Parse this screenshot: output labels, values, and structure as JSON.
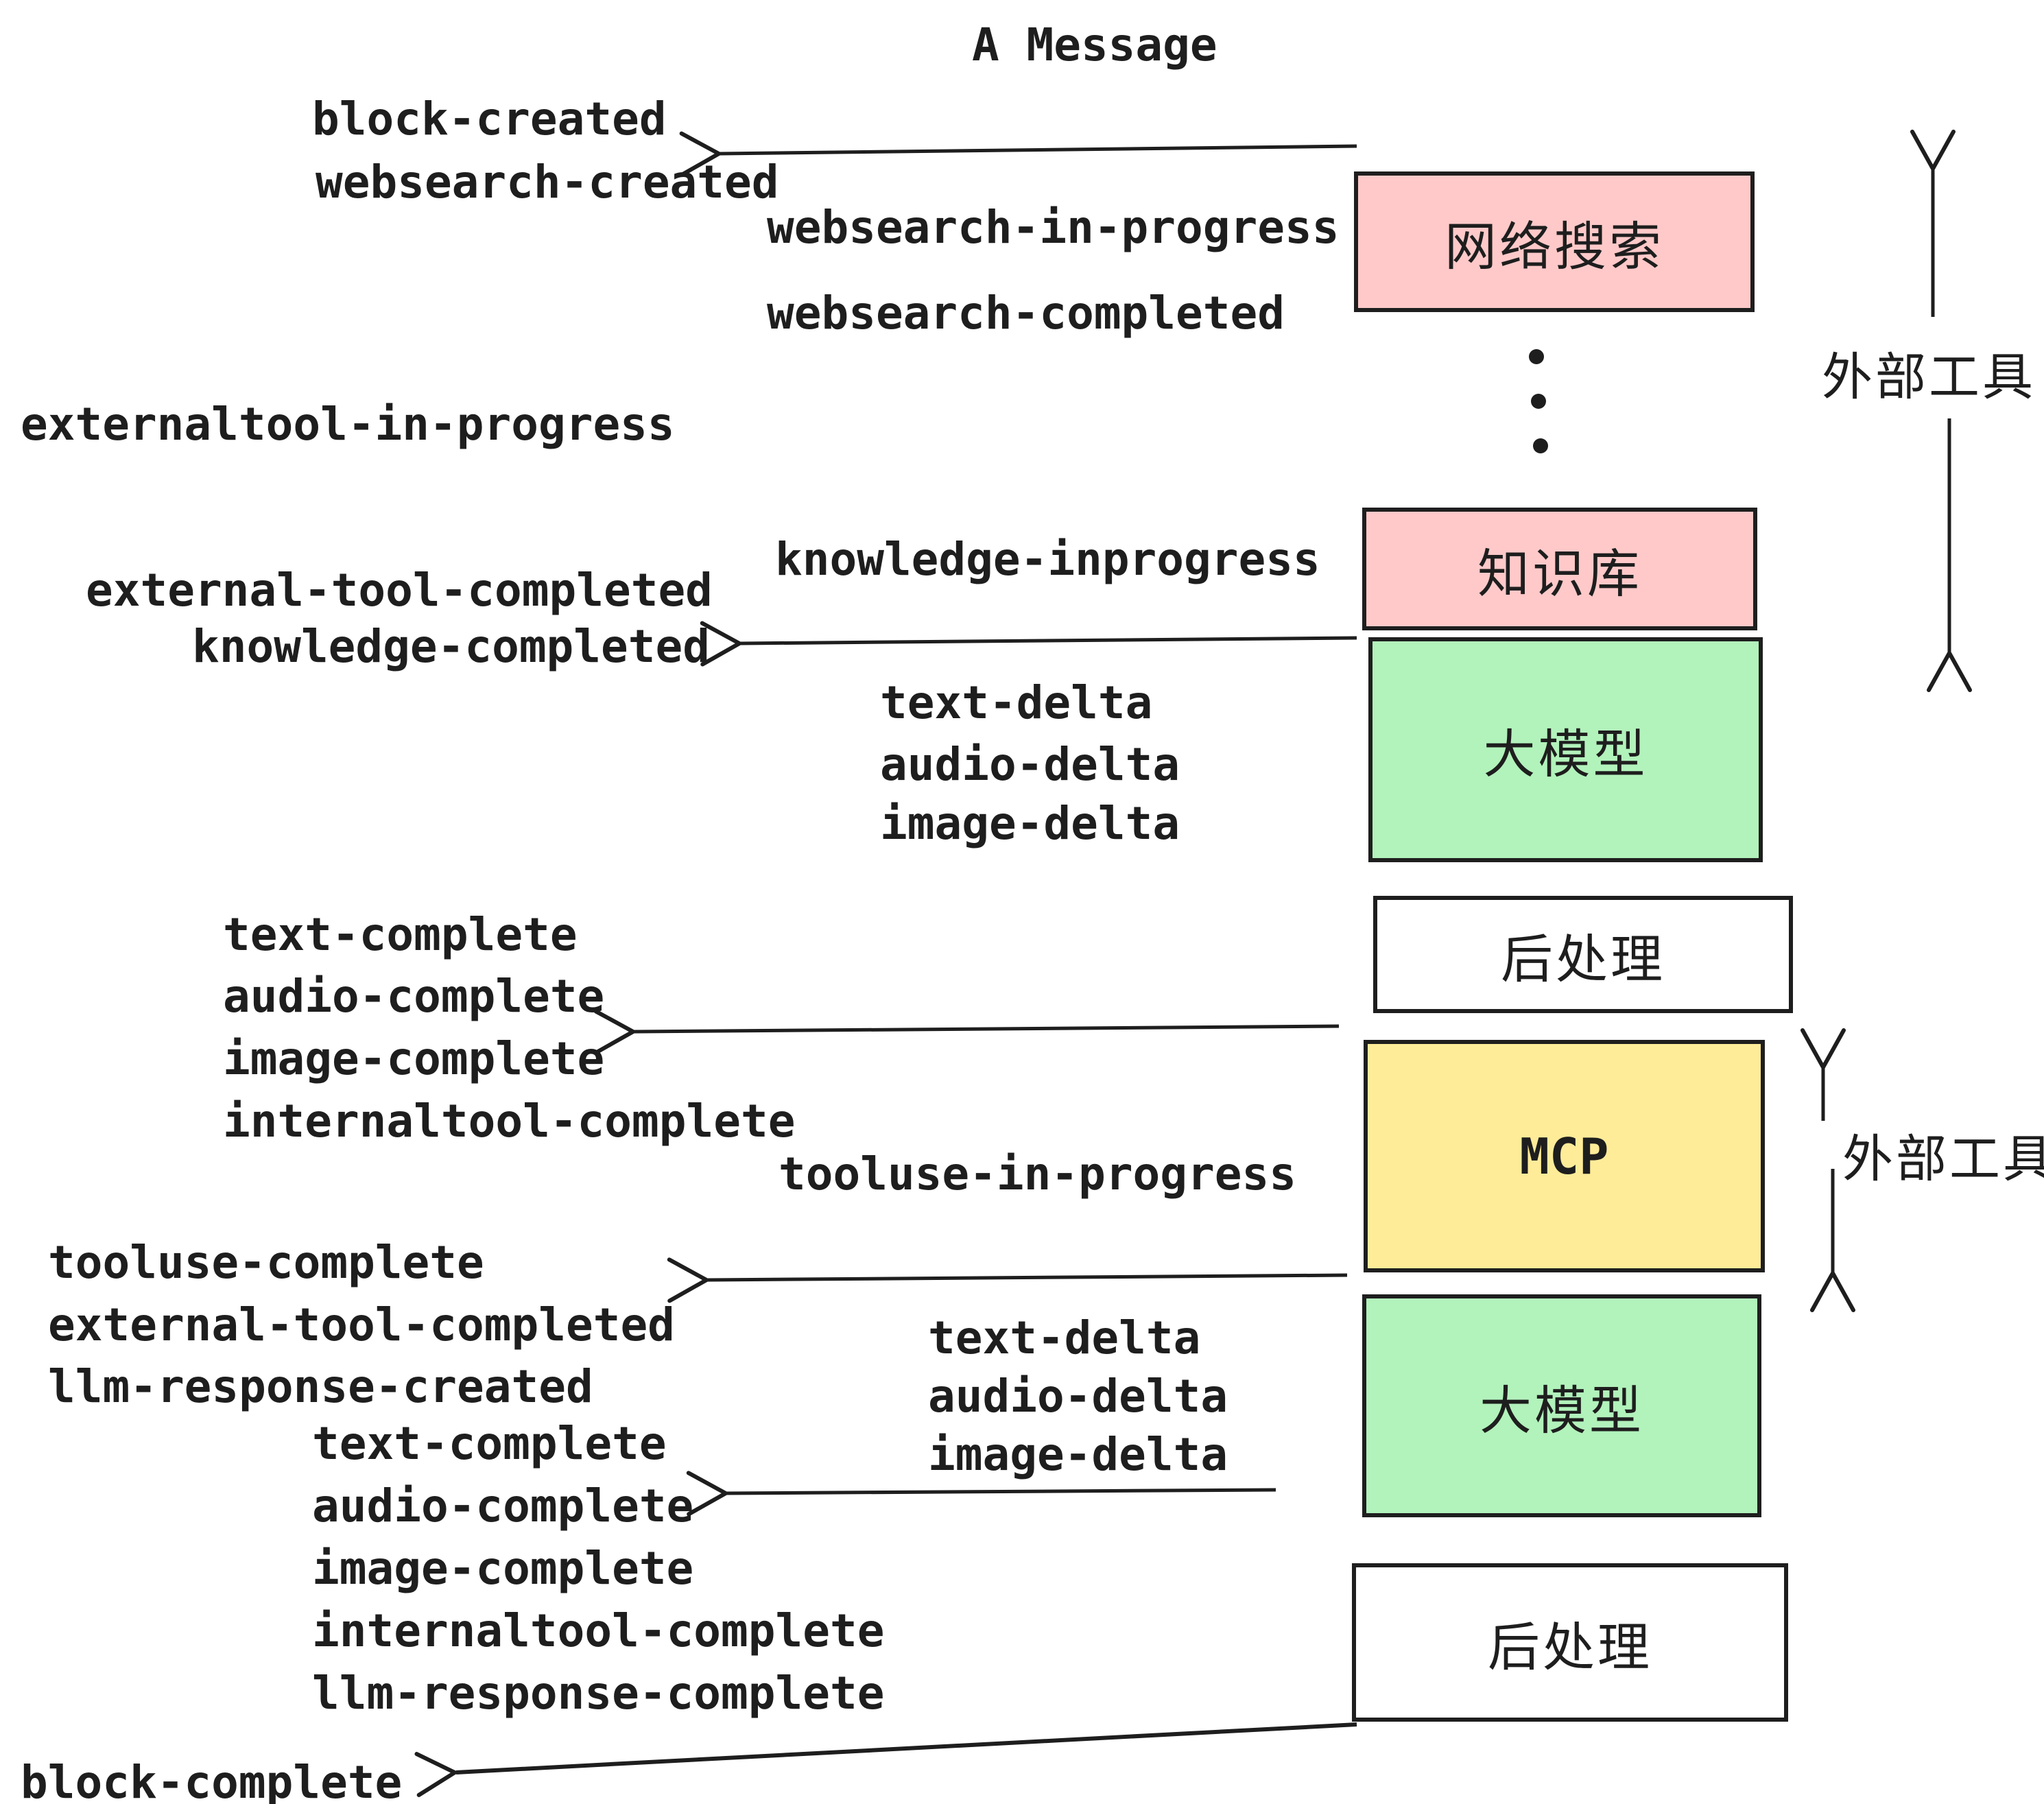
{
  "title": "A Message",
  "colors": {
    "pink": "#ffc9c9",
    "green": "#b2f2bb",
    "yellow": "#ffec99",
    "white": "#ffffff",
    "ink": "#1e1e1e"
  },
  "boxes": [
    {
      "label": "网络搜索",
      "color": "#ffc9c9"
    },
    {
      "label": "知识库",
      "color": "#ffc9c9"
    },
    {
      "label": "大模型",
      "color": "#b2f2bb"
    },
    {
      "label": "后处理",
      "color": "#ffffff"
    },
    {
      "label": "MCP",
      "color": "#ffec99"
    },
    {
      "label": "大模型",
      "color": "#b2f2bb"
    },
    {
      "label": "后处理",
      "color": "#ffffff"
    }
  ],
  "side_labels": [
    {
      "text": "外部工具"
    },
    {
      "text": "外部工具"
    }
  ],
  "events": [
    {
      "text": "block-created"
    },
    {
      "text": "websearch-created"
    },
    {
      "text": "websearch-in-progress"
    },
    {
      "text": "websearch-completed"
    },
    {
      "text": "externaltool-in-progress"
    },
    {
      "text": "knowledge-inprogress"
    },
    {
      "text": "external-tool-completed"
    },
    {
      "text": "knowledge-completed"
    },
    {
      "text": "text-delta"
    },
    {
      "text": "audio-delta"
    },
    {
      "text": "image-delta"
    },
    {
      "text": "text-complete"
    },
    {
      "text": "audio-complete"
    },
    {
      "text": "image-complete"
    },
    {
      "text": "internaltool-complete"
    },
    {
      "text": "tooluse-in-progress"
    },
    {
      "text": "tooluse-complete"
    },
    {
      "text": "external-tool-completed"
    },
    {
      "text": "llm-response-created"
    },
    {
      "text": "text-delta"
    },
    {
      "text": "audio-delta"
    },
    {
      "text": "image-delta"
    },
    {
      "text": "text-complete"
    },
    {
      "text": "audio-complete"
    },
    {
      "text": "image-complete"
    },
    {
      "text": "internaltool-complete"
    },
    {
      "text": "llm-response-complete"
    },
    {
      "text": "block-complete"
    }
  ]
}
